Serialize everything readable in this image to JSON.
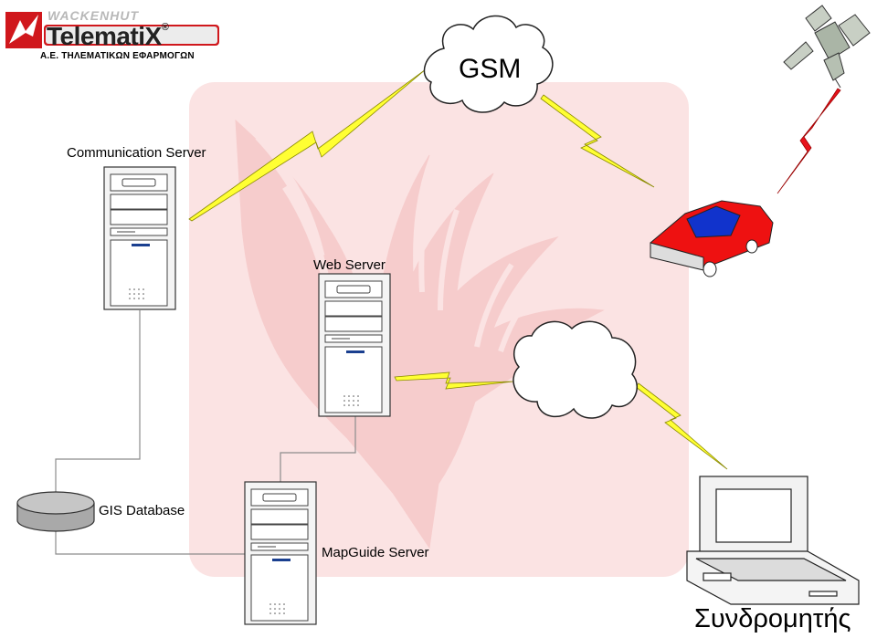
{
  "logo": {
    "top_text": "WACKENHUT",
    "brand": "TelematiX",
    "registered": "®",
    "subtitle": "Α.Ε. ΤΗΛΕΜΑΤΙΚΩΝ ΕΦΑΡΜΟΓΩΝ"
  },
  "nodes": {
    "communication_server": "Communication Server",
    "web_server": "Web Server",
    "gis_database": "GIS Database",
    "mapguide_server": "MapGuide Server",
    "gsm": "GSM",
    "subscriber": "Συνδρομητής"
  },
  "colors": {
    "background_panel": "#fbe3e3",
    "eagle": "#f7c9c9",
    "lightning": "#ffff33",
    "lightning_red": "#e8121b",
    "car_body": "#ee1111",
    "car_window": "#1133cc",
    "connector": "#8c8c8c"
  }
}
